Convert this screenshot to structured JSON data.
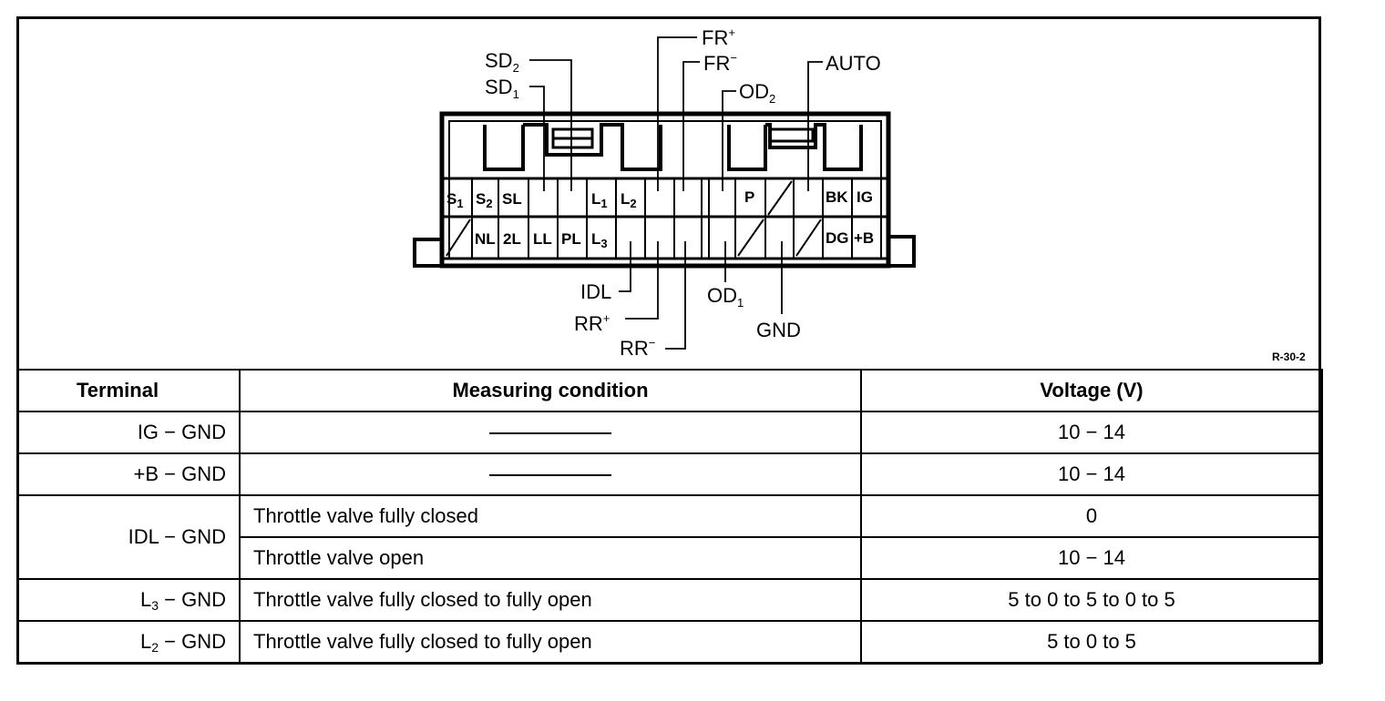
{
  "figure_ref": "R-30-2",
  "callouts": {
    "sd2": {
      "base": "SD",
      "sub": "2"
    },
    "sd1": {
      "base": "SD",
      "sub": "1"
    },
    "fr_plus": {
      "base": "FR",
      "sup": "+"
    },
    "fr_minus": {
      "base": "FR",
      "sup": "−"
    },
    "od2": {
      "base": "OD",
      "sub": "2"
    },
    "auto": {
      "base": "AUTO"
    },
    "idl": {
      "base": "IDL"
    },
    "rr_plus": {
      "base": "RR",
      "sup": "+"
    },
    "rr_minus": {
      "base": "RR",
      "sup": "−"
    },
    "od1": {
      "base": "OD",
      "sub": "1"
    },
    "gnd": {
      "base": "GND"
    }
  },
  "terminals_top": [
    {
      "base": "S",
      "sub": "1"
    },
    {
      "base": "S",
      "sub": "2"
    },
    {
      "base": "SL"
    },
    {
      "base": "L",
      "sub": "1"
    },
    {
      "base": "L",
      "sub": "2"
    },
    {
      "base": "P"
    },
    {
      "base": "BK"
    },
    {
      "base": "IG"
    }
  ],
  "terminals_bottom": [
    {
      "base": "NL"
    },
    {
      "base": "2L"
    },
    {
      "base": "LL"
    },
    {
      "base": "PL"
    },
    {
      "base": "L",
      "sub": "3"
    },
    {
      "base": "DG"
    },
    {
      "base": "+B"
    }
  ],
  "table": {
    "headers": {
      "terminal": "Terminal",
      "condition": "Measuring condition",
      "voltage": "Voltage (V)"
    },
    "rows": [
      {
        "terminal": "IG − GND",
        "condition": "",
        "voltage": "10 − 14"
      },
      {
        "terminal": "+B − GND",
        "condition": "",
        "voltage": "10 − 14"
      },
      {
        "terminal": "IDL − GND",
        "condition": "Throttle valve fully closed",
        "voltage": "0"
      },
      {
        "condition": "Throttle valve open",
        "voltage": "10 − 14"
      },
      {
        "terminal_base": "L",
        "terminal_sub": "3",
        "terminal_rest": " − GND",
        "condition": "Throttle valve fully closed to fully open",
        "voltage": "5 to 0 to 5 to 0 to 5"
      },
      {
        "terminal_base": "L",
        "terminal_sub": "2",
        "terminal_rest": " − GND",
        "condition": "Throttle valve fully closed to fully open",
        "voltage": "5 to 0 to 5"
      }
    ]
  }
}
